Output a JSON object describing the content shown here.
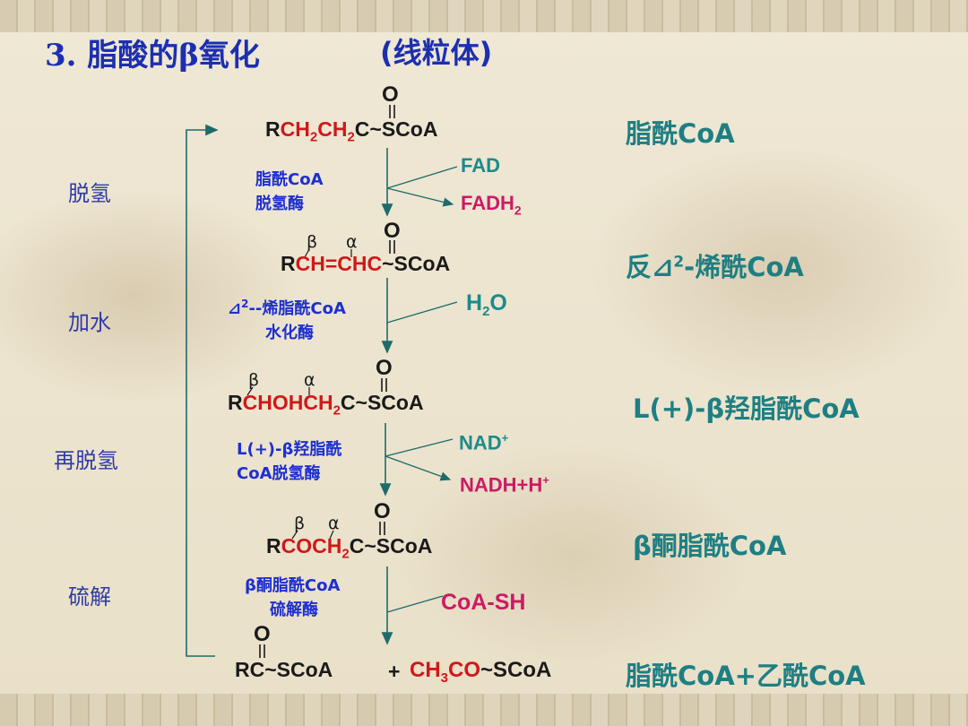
{
  "title": {
    "main": "3. 脂酸的β氧化",
    "organelle": "(线粒体)"
  },
  "steps": [
    "脱氢",
    "加水",
    "再脱氢",
    "硫解"
  ],
  "intermediates": {
    "acyl_coa": {
      "o": "O",
      "r": "R",
      "chain": "CH",
      "sub1": "2",
      "ch2": "CH",
      "sub2": "2",
      "tail": "C~SCoA",
      "name": "脂酰CoA"
    },
    "enoyl_coa": {
      "o": "O",
      "r": "R",
      "chain": "CH=CHC",
      "tail": "~SCoA",
      "beta": "β",
      "alpha": "α",
      "name_pre": "反⊿",
      "name_sup": "2",
      "name_post": "-烯酰CoA"
    },
    "hydroxyacyl_coa": {
      "o": "O",
      "r": "R",
      "chain": "CHOHCH",
      "sub": "2",
      "tail": "C~SCoA",
      "beta": "β",
      "alpha": "α",
      "name": "L(+)-β羟脂酰CoA"
    },
    "ketoacyl_coa": {
      "o": "O",
      "r": "R",
      "chain": "COCH",
      "sub": "2",
      "tail": "C~SCoA",
      "beta": "β",
      "alpha": "α",
      "name": "β酮脂酰CoA"
    },
    "products": {
      "o": "O",
      "left": "RC~SCoA",
      "plus": "+",
      "ac_pre": "CH",
      "ac_sub": "3",
      "ac_mid": "CO",
      "ac_tail": "~SCoA",
      "name": "脂酰CoA+乙酰CoA"
    }
  },
  "enzymes": [
    {
      "line1": "脂酰CoA",
      "line2": "脱氢酶"
    },
    {
      "line1_pre": "⊿",
      "line1_sup": "2",
      "line1_post": "--烯脂酰CoA",
      "line2": "水化酶"
    },
    {
      "line1": "L(+)-β羟脂酰",
      "line2": "CoA脱氢酶"
    },
    {
      "line1": "β酮脂酰CoA",
      "line2": "硫解酶"
    }
  ],
  "cofactors": {
    "fad": "FAD",
    "fadh_base": "FADH",
    "fadh_sub": "2",
    "water_base": "H",
    "water_sub": "2",
    "water_tail": "O",
    "nad_base": "NAD",
    "nad_sup": "+",
    "nadh_base": "NADH+H",
    "nadh_sup": "+",
    "coash": "CoA-SH"
  },
  "colors": {
    "title": "#1c2fb0",
    "step": "#2f3aa8",
    "enzyme": "#1e2fd0",
    "name": "#1e7f83",
    "teal": "#1d8a8a",
    "red": "#d01818",
    "magenta": "#cc1a63",
    "arrow": "#1d6b6b"
  }
}
